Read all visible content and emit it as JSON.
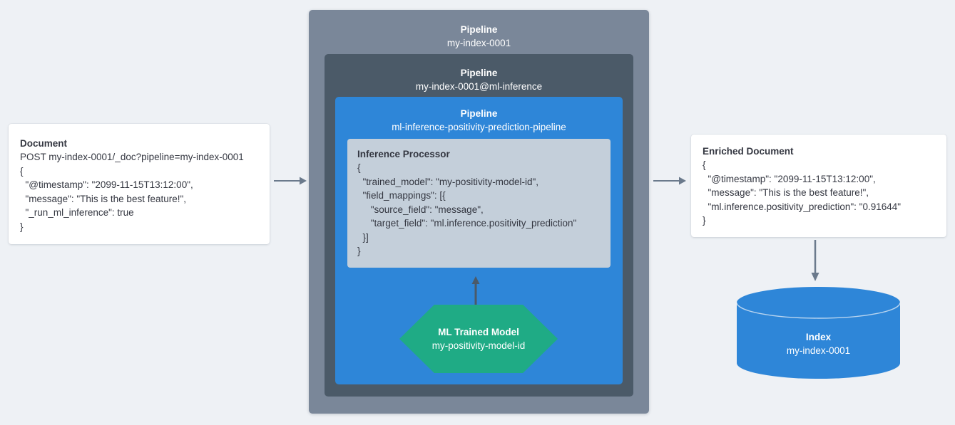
{
  "colors": {
    "background": "#eef1f5",
    "pipeline_outer": "#7a8799",
    "pipeline_middle": "#4b5a68",
    "pipeline_inner": "#2e86d8",
    "processor_panel": "#c4cfda",
    "ml_model": "#1fab85",
    "index": "#2e86d8",
    "arrow": "#6b7a8c",
    "arrow_dark": "#4b5a68",
    "text": "#343741",
    "card_background": "#ffffff"
  },
  "document": {
    "title": "Document",
    "lines": [
      "POST my-index-0001/_doc?pipeline=my-index-0001",
      "{",
      "  \"@timestamp\": \"2099-11-15T13:12:00\",",
      "  \"message\": \"This is the best feature!\",",
      "  \"_run_ml_inference\": true",
      "}"
    ]
  },
  "pipelines": {
    "outer": {
      "label": "Pipeline",
      "value": "my-index-0001"
    },
    "middle": {
      "label": "Pipeline",
      "value": "my-index-0001@ml-inference"
    },
    "inner": {
      "label": "Pipeline",
      "value": "ml-inference-positivity-prediction-pipeline"
    }
  },
  "processor": {
    "title": "Inference Processor",
    "lines": [
      "{",
      "  \"trained_model\": \"my-positivity-model-id\",",
      "  \"field_mappings\": [{",
      "     \"source_field\": \"message\",",
      "     \"target_field\": \"ml.inference.positivity_prediction\"",
      "  }]",
      "}"
    ]
  },
  "ml_model": {
    "title": "ML Trained Model",
    "value": "my-positivity-model-id"
  },
  "enriched_document": {
    "title": "Enriched Document",
    "lines": [
      "{",
      "  \"@timestamp\": \"2099-11-15T13:12:00\",",
      "  \"message\": \"This is the best feature!\",",
      "  \"ml.inference.positivity_prediction\": \"0.91644\"",
      "}"
    ]
  },
  "index": {
    "title": "Index",
    "value": "my-index-0001"
  },
  "arrows": [
    {
      "name": "document-to-pipeline",
      "direction": "right"
    },
    {
      "name": "pipeline-to-enriched-document",
      "direction": "right"
    },
    {
      "name": "ml-model-to-inference-processor",
      "direction": "up"
    },
    {
      "name": "enriched-document-to-index",
      "direction": "down"
    }
  ]
}
